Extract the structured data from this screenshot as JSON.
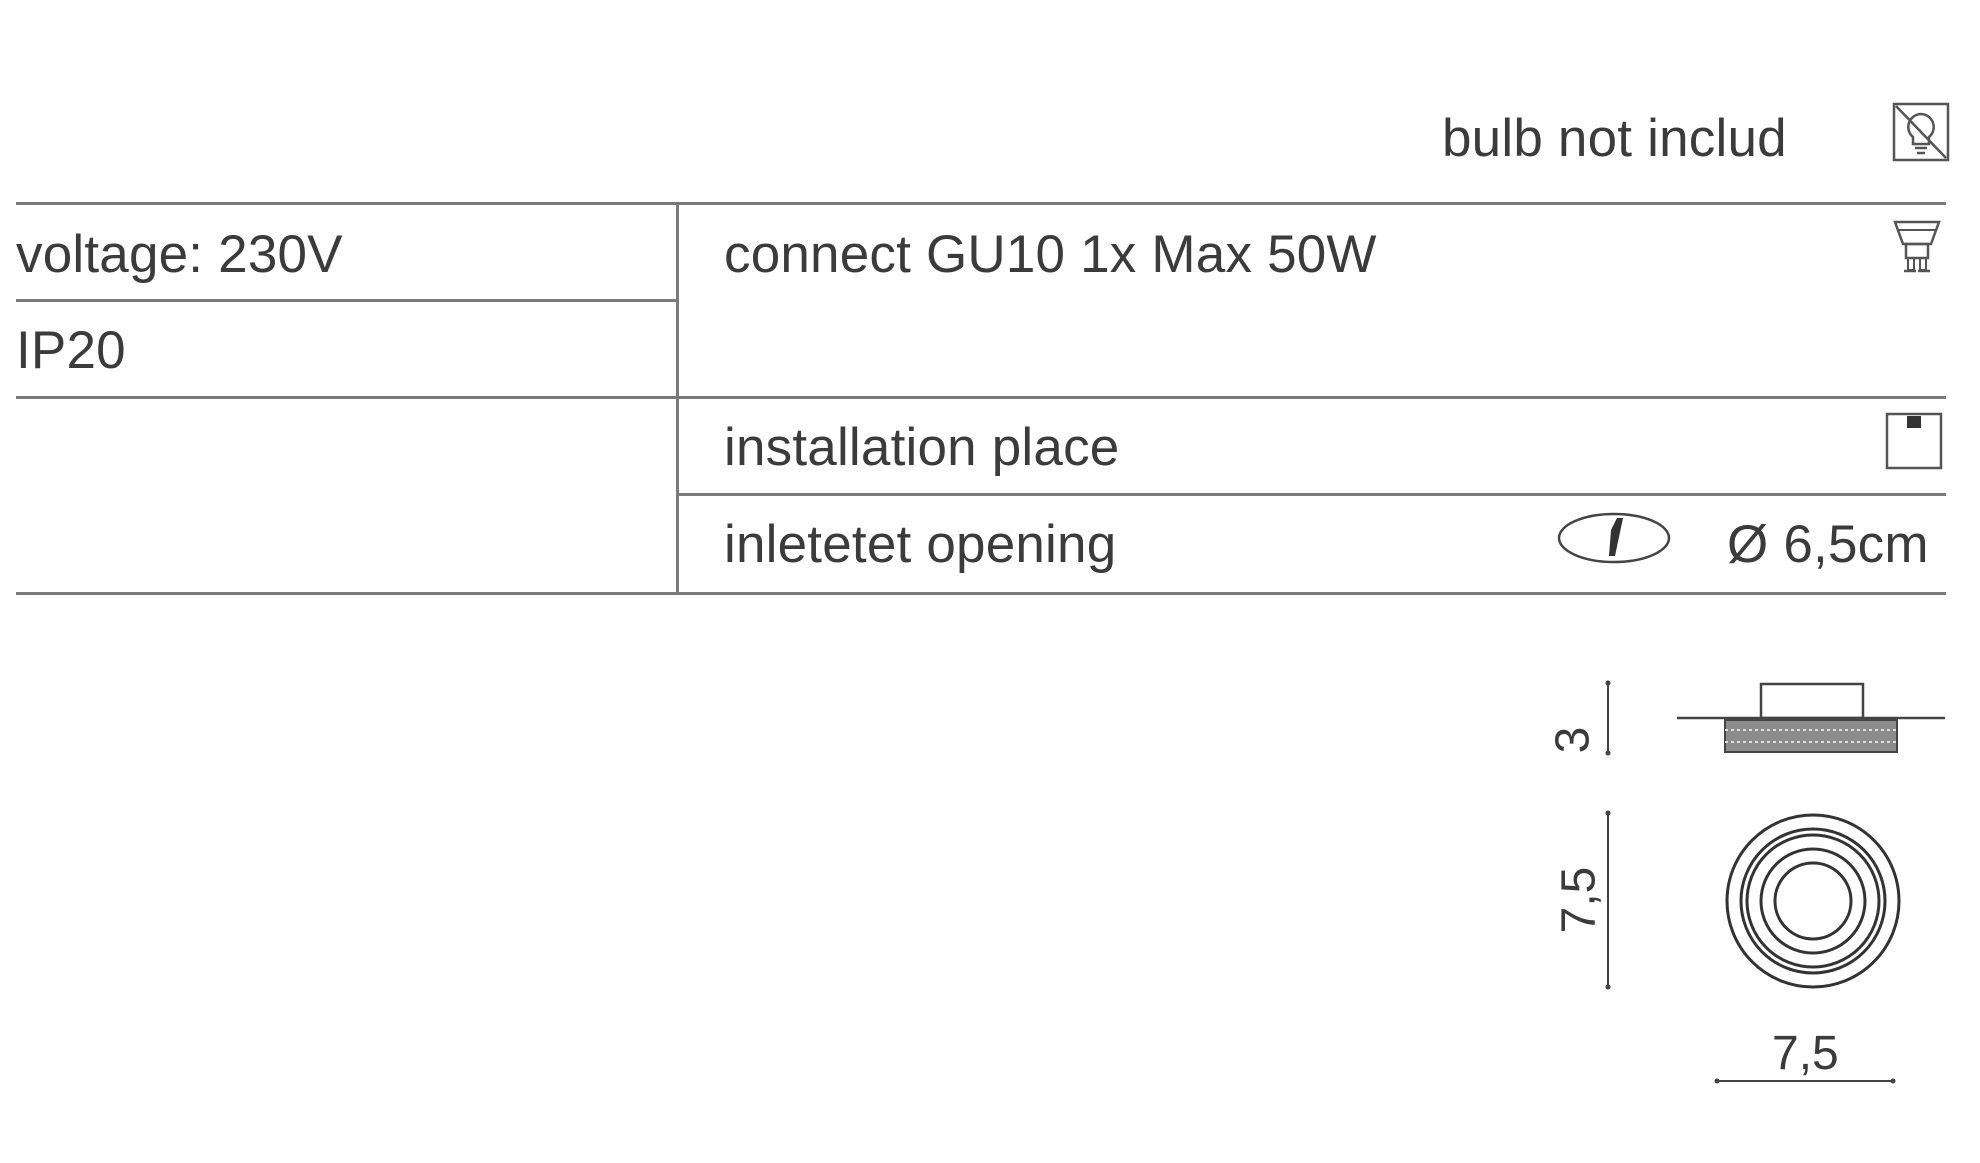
{
  "header": {
    "bulb_note": "bulb not includ",
    "bulb_icon": "bulb-crossed-icon"
  },
  "specs": {
    "voltage": "voltage: 230V",
    "ip_rating": "IP20",
    "connect": "connect GU10 1x Max 50W",
    "connect_icon": "gu10-lamp-icon",
    "installation": "installation place",
    "installation_icon": "ceiling-installation-icon",
    "opening_label": "inletetet opening",
    "opening_icon": "cutout-hole-icon",
    "opening_value": "Ø 6,5cm"
  },
  "drawing": {
    "height_label": "3",
    "diameter_label": "7,5",
    "width_label": "7,5"
  }
}
